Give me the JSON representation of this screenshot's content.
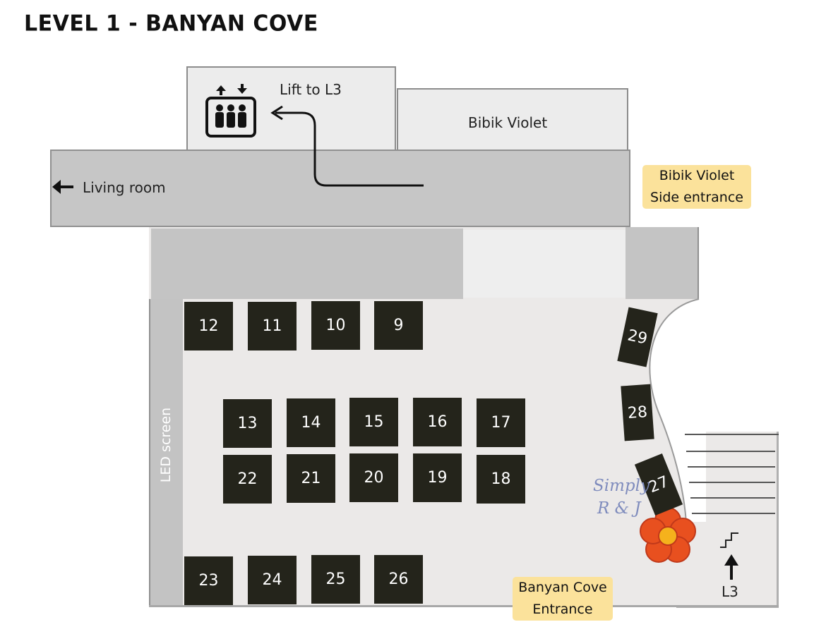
{
  "title": "LEVEL 1 - BANYAN COVE",
  "labels": {
    "lift": "Lift to L3",
    "bibik_violet": "Bibik Violet",
    "living_room": "Living room",
    "led_screen": "LED screen",
    "l3": "L3"
  },
  "callouts": {
    "side_entrance": [
      "Bibik Violet",
      "Side entrance"
    ],
    "main_entrance": [
      "Banyan Cove",
      "Entrance"
    ]
  },
  "tables": {
    "row_top": [
      "12",
      "11",
      "10",
      "9"
    ],
    "row_mid_upper": [
      "13",
      "14",
      "15",
      "16",
      "17"
    ],
    "row_mid_lower": [
      "22",
      "21",
      "20",
      "19",
      "18"
    ],
    "row_bottom": [
      "23",
      "24",
      "25",
      "26"
    ],
    "curved": [
      "29",
      "28",
      "27"
    ]
  },
  "logo": {
    "line1": "Simply",
    "line2": "R & J"
  },
  "icons": [
    "lift-icon",
    "arrow-left-icon",
    "arrow-up-icon",
    "stairs-icon",
    "flower-logo-icon"
  ],
  "colors": {
    "table": "#24241b",
    "callout": "#fbe29b",
    "corridor": "#c6c6c6",
    "hall": "#ebe9e8",
    "flower": "#e8501f"
  }
}
